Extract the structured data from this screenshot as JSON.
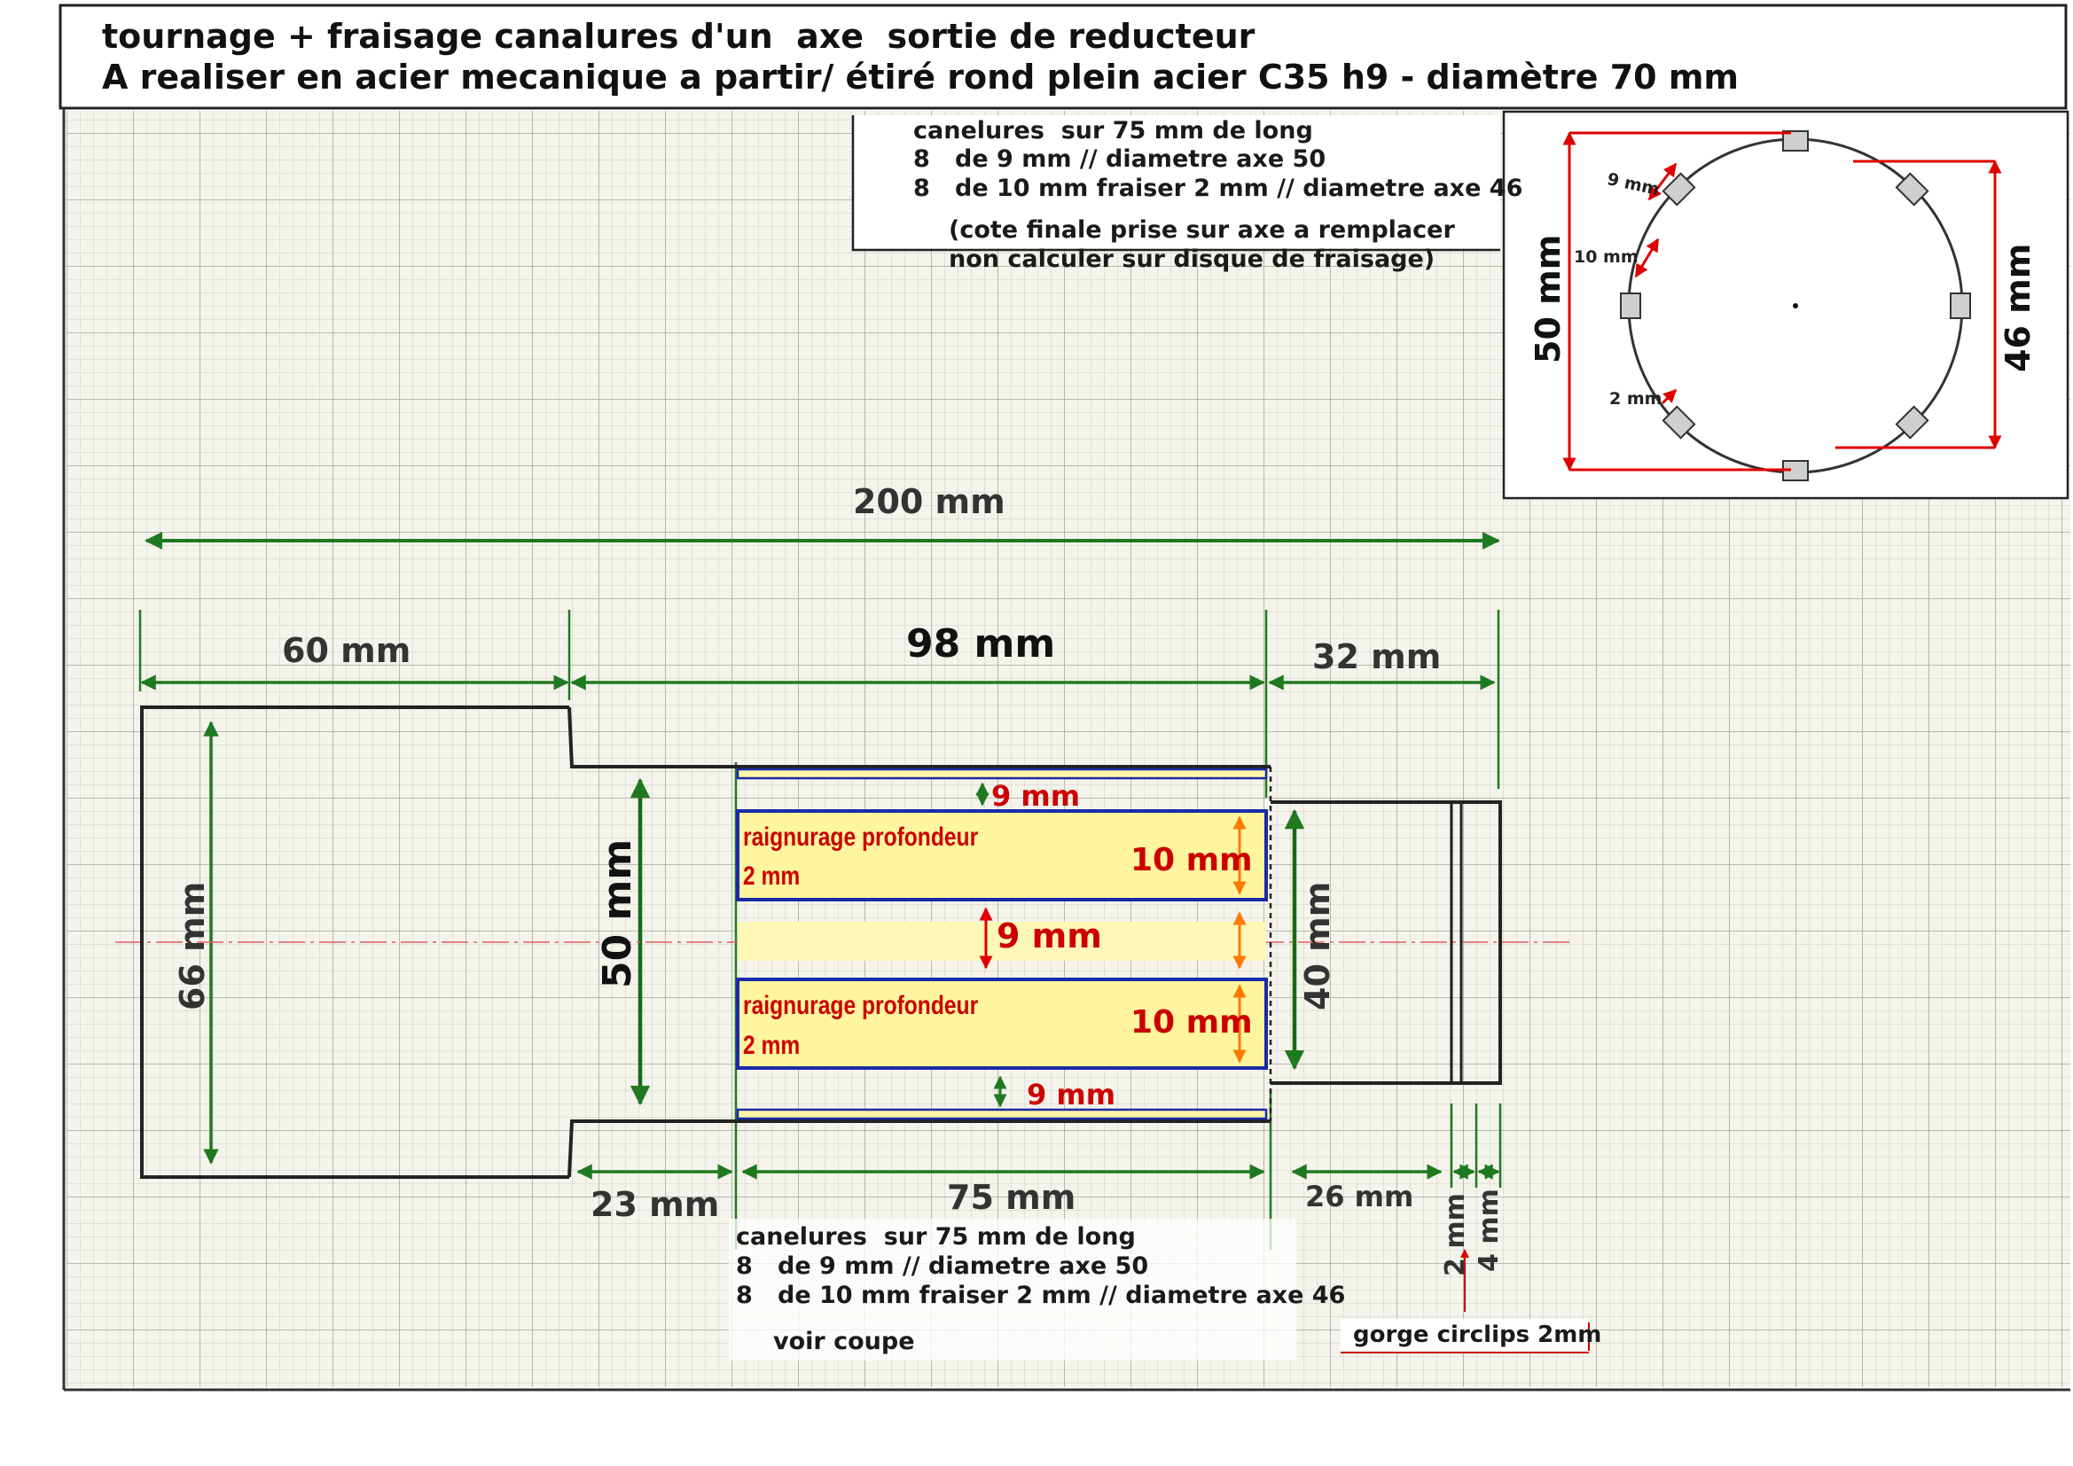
{
  "header": {
    "line1": "tournage + fraisage canalures d'un  axe  sortie de reducteur",
    "line2": "A realiser en acier mecanique a partir/ étiré rond plein acier C35 h9 - diamètre 70 mm"
  },
  "top_note": {
    "l1": "canelures  sur 75 mm de long",
    "l2": "8   de 9 mm // diametre axe 50",
    "l3": "8   de 10 mm fraiser 2 mm // diametre axe 46",
    "l4": "(cote finale prise sur axe a remplacer",
    "l5": "non calculer sur disque de fraisage)"
  },
  "section": {
    "d50": "50 mm",
    "d46": "46 mm",
    "w9": "9 mm",
    "w10": "10 mm",
    "depth2": "2 mm"
  },
  "dims": {
    "total": "200 mm",
    "seg60": "60 mm",
    "seg98": "98 mm",
    "seg32": "32 mm",
    "dia66": "66 mm",
    "dia50": "50 mm",
    "dia40": "40 mm",
    "len23": "23 mm",
    "len75": "75 mm",
    "len26": "26 mm",
    "len2": "2 mm",
    "len4": "4 mm"
  },
  "splines": {
    "top_gap": "9 mm",
    "groove_label_1": "raignurage profondeur",
    "groove_label_2": "2 mm",
    "groove_width": "10 mm",
    "mid_gap": "9 mm",
    "bottom_gap": "9 mm"
  },
  "bottom_note": {
    "l1": "canelures  sur 75 mm de long",
    "l2": "8   de 9 mm // diametre axe 50",
    "l3": "8   de 10 mm fraiser 2 mm // diametre axe 46",
    "l4": "voir coupe"
  },
  "circlip_label": "gorge circlips 2mm"
}
